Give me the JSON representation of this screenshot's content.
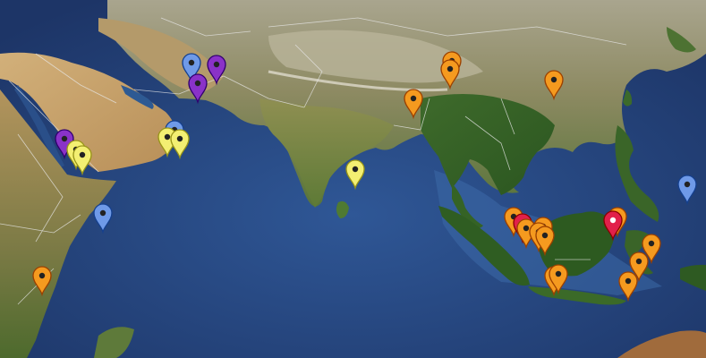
{
  "map": {
    "style": "satellite",
    "colors": {
      "ocean": "#23407a",
      "ocean_shallow": "#3c69a7",
      "desert": "#c9a46a",
      "land_dry": "#9a8a5c",
      "land_green": "#3f6a2c",
      "forest": "#2d5a20",
      "mountain": "#a3a08a",
      "border": "#e8e8e8"
    }
  },
  "marker_colors": {
    "orange": "#f59a1f",
    "yellow": "#f3ef72",
    "purple": "#8a32c8",
    "blue": "#6f9ae8",
    "crimson": "#e2204a"
  },
  "markers": [
    {
      "id": "blue-gulf-oman",
      "color": "blue",
      "lon": 58.2,
      "lat": 25.2
    },
    {
      "id": "purple-gwadar",
      "color": "purple",
      "lon": 61.5,
      "lat": 25.0
    },
    {
      "id": "purple-muscat",
      "color": "purple",
      "lon": 59.0,
      "lat": 22.5
    },
    {
      "id": "purple-red-sea",
      "color": "purple",
      "lon": 41.5,
      "lat": 15.2
    },
    {
      "id": "yellow-hodeidah",
      "color": "yellow",
      "lon": 43.0,
      "lat": 13.8
    },
    {
      "id": "yellow-aden",
      "color": "yellow",
      "lon": 43.8,
      "lat": 13.1
    },
    {
      "id": "blue-oman-coast",
      "color": "blue",
      "lon": 56.0,
      "lat": 16.4
    },
    {
      "id": "yellow-mukalla",
      "color": "yellow",
      "lon": 55.1,
      "lat": 15.4
    },
    {
      "id": "yellow-salalah",
      "color": "yellow",
      "lon": 56.7,
      "lat": 15.2
    },
    {
      "id": "blue-mogadishu",
      "color": "blue",
      "lon": 46.5,
      "lat": 5.5
    },
    {
      "id": "orange-mombasa",
      "color": "orange",
      "lon": 38.5,
      "lat": -2.8
    },
    {
      "id": "orange-kolkata",
      "color": "orange",
      "lon": 87.5,
      "lat": 20.5
    },
    {
      "id": "orange-dhaka-1",
      "color": "orange",
      "lon": 92.5,
      "lat": 25.4
    },
    {
      "id": "orange-dhaka-2",
      "color": "orange",
      "lon": 92.3,
      "lat": 24.4
    },
    {
      "id": "yellow-chennai",
      "color": "yellow",
      "lon": 79.8,
      "lat": 11.2
    },
    {
      "id": "orange-vietnam",
      "color": "orange",
      "lon": 106.0,
      "lat": 23.0
    },
    {
      "id": "blue-philippines",
      "color": "blue",
      "lon": 123.5,
      "lat": 9.2
    },
    {
      "id": "orange-malacca",
      "color": "orange",
      "lon": 100.6,
      "lat": 5.0
    },
    {
      "id": "crimson-singapore",
      "color": "crimson",
      "lon": 101.8,
      "lat": 4.2
    },
    {
      "id": "orange-riau-1",
      "color": "orange",
      "lon": 102.3,
      "lat": 3.5
    },
    {
      "id": "orange-riau-2",
      "color": "orange",
      "lon": 104.5,
      "lat": 3.7
    },
    {
      "id": "orange-riau-3",
      "color": "orange",
      "lon": 104.0,
      "lat": 3.0
    },
    {
      "id": "orange-riau-4",
      "color": "orange",
      "lon": 104.8,
      "lat": 2.5
    },
    {
      "id": "orange-kuching",
      "color": "orange",
      "lon": 114.3,
      "lat": 5.0
    },
    {
      "id": "crimson-borneo",
      "color": "crimson",
      "lon": 113.8,
      "lat": 4.5
    },
    {
      "id": "orange-kalimantan-1",
      "color": "orange",
      "lon": 118.8,
      "lat": 1.5
    },
    {
      "id": "orange-kalimantan-2",
      "color": "orange",
      "lon": 117.2,
      "lat": -0.9
    },
    {
      "id": "orange-kalimantan-3",
      "color": "orange",
      "lon": 115.8,
      "lat": -3.5
    },
    {
      "id": "orange-java-1",
      "color": "orange",
      "lon": 106.0,
      "lat": -2.8
    },
    {
      "id": "orange-java-2",
      "color": "orange",
      "lon": 106.5,
      "lat": -2.5
    }
  ]
}
